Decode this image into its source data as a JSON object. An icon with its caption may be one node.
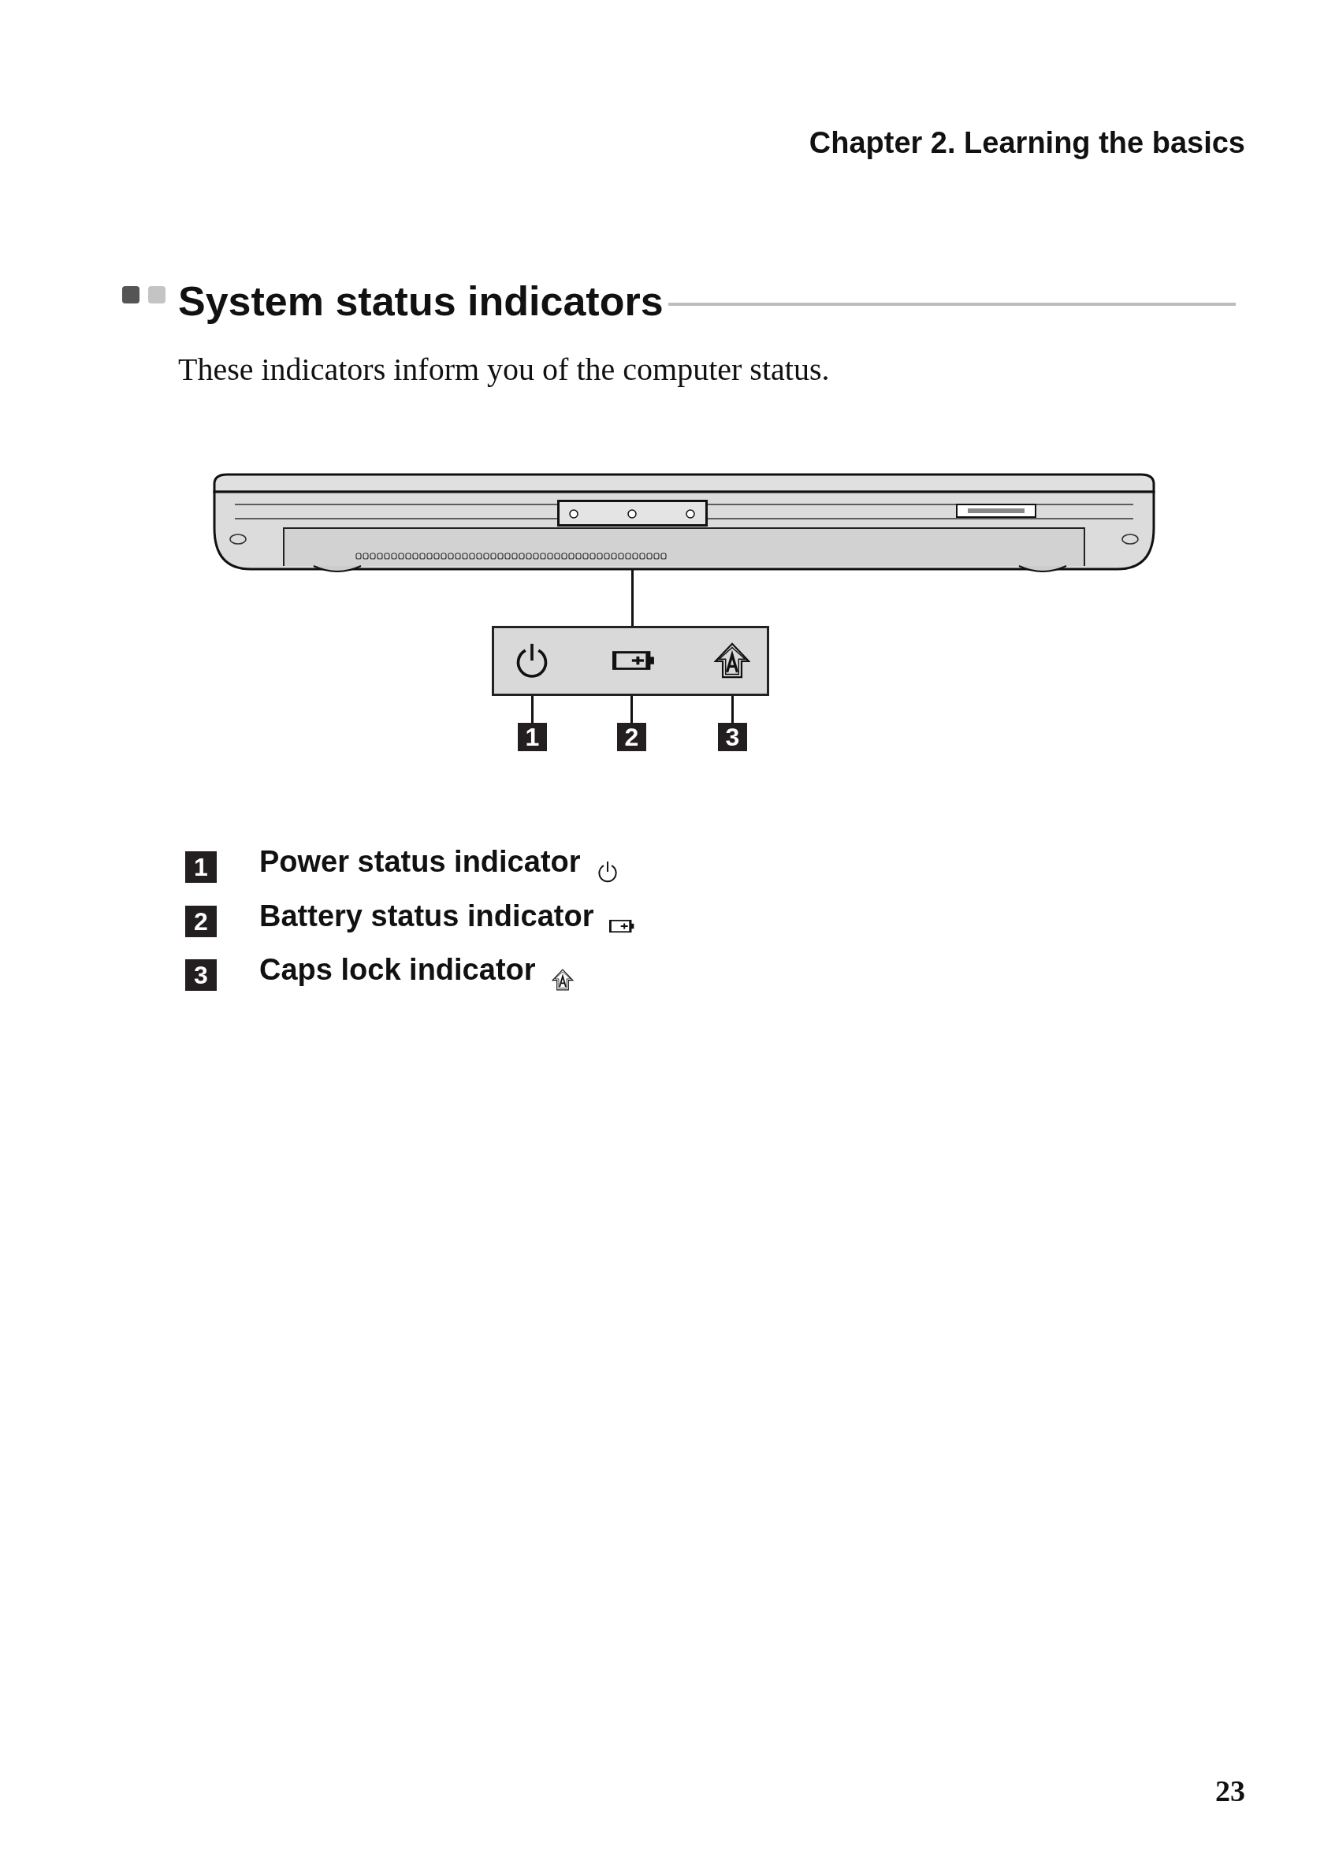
{
  "diagram": {
    "title": "System status indicators",
    "nodes": [
      {
        "text": [],
        "shape": "box"
      },
      {
        "text": [],
        "shape": "box"
      },
      {
        "text": [],
        "shape": "icon",
        "in": 1
      },
      {
        "text": [],
        "shape": "icon",
        "in": 1
      },
      {
        "text": [],
        "shape": "icon",
        "in": 1
      },
      {
        "text": [
          "1"
        ]
      },
      {
        "text": [
          "2"
        ]
      },
      {
        "text": [
          "3"
        ]
      },
      {
        "text": [
          "1"
        ],
        "beside": [
          "Power status indicator"
        ]
      },
      {
        "text": [
          "2"
        ],
        "beside": [
          "Battery status indicator"
        ]
      },
      {
        "text": [
          "3"
        ],
        "beside": [
          "Caps lock indicator"
        ]
      }
    ],
    "edges": [
      {
        "from": 0,
        "to": 1,
        "arrow": "none"
      },
      {
        "from": 5,
        "to": 2,
        "arrow": "none"
      },
      {
        "from": 6,
        "to": 3,
        "arrow": "none"
      },
      {
        "from": 7,
        "to": 4,
        "arrow": "none"
      }
    ],
    "labels": [
      "Chapter 2. Learning the basics",
      "These indicators inform you of the computer status.",
      "23"
    ]
  }
}
